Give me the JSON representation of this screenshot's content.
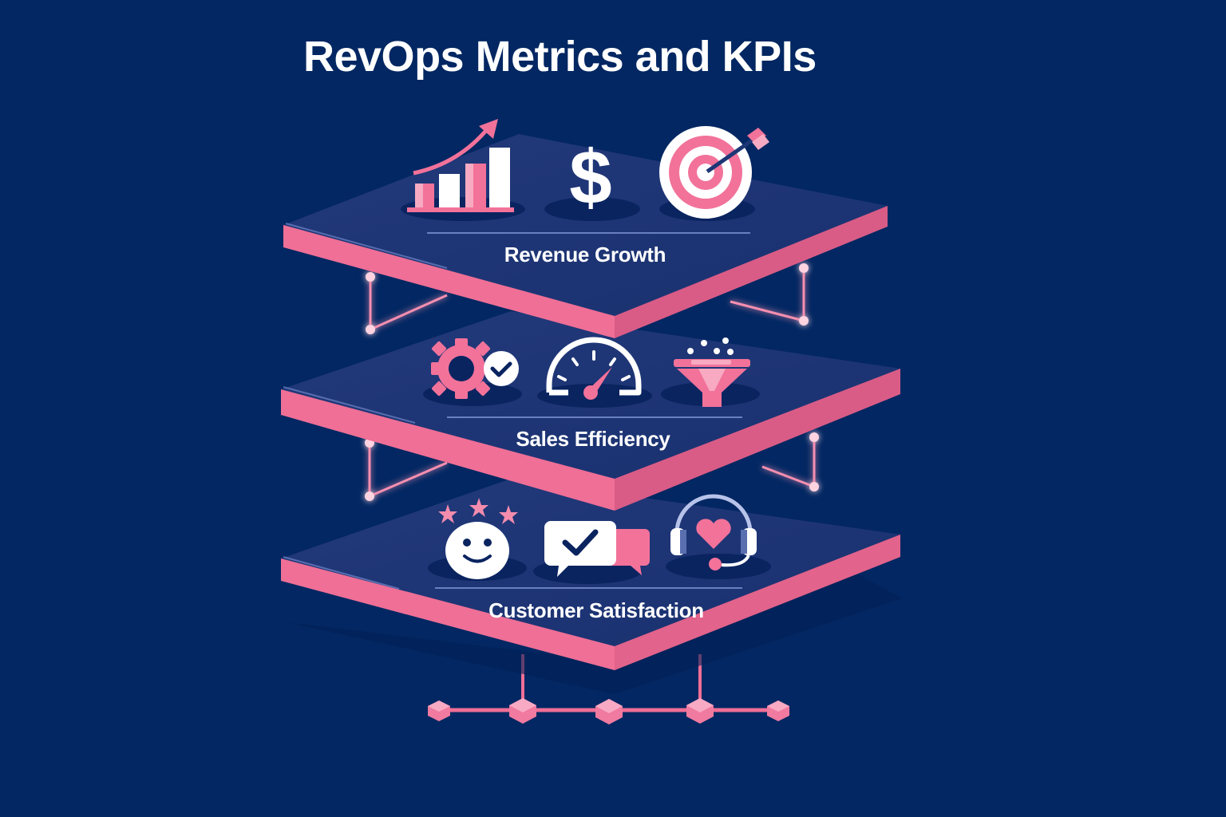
{
  "title": "RevOps Metrics and KPIs",
  "colors": {
    "background": "#022762",
    "platform_top": "#1d3675",
    "platform_edge": "#ef6f96",
    "icon_white": "#ffffff",
    "icon_pink": "#f2729a",
    "icon_light_pink": "#f7aac2"
  },
  "layers": [
    {
      "label": "Revenue Growth",
      "icons": [
        "growth-bar-chart-icon",
        "dollar-sign-icon",
        "target-arrow-icon"
      ]
    },
    {
      "label": "Sales Efficiency",
      "icons": [
        "gear-check-icon",
        "speedometer-icon",
        "funnel-icon"
      ]
    },
    {
      "label": "Customer Satisfaction",
      "icons": [
        "smiley-stars-icon",
        "chat-check-icon",
        "headset-heart-icon"
      ]
    }
  ],
  "network": {
    "nodes": 5
  },
  "icon_glyphs": {
    "dollar": "$"
  }
}
